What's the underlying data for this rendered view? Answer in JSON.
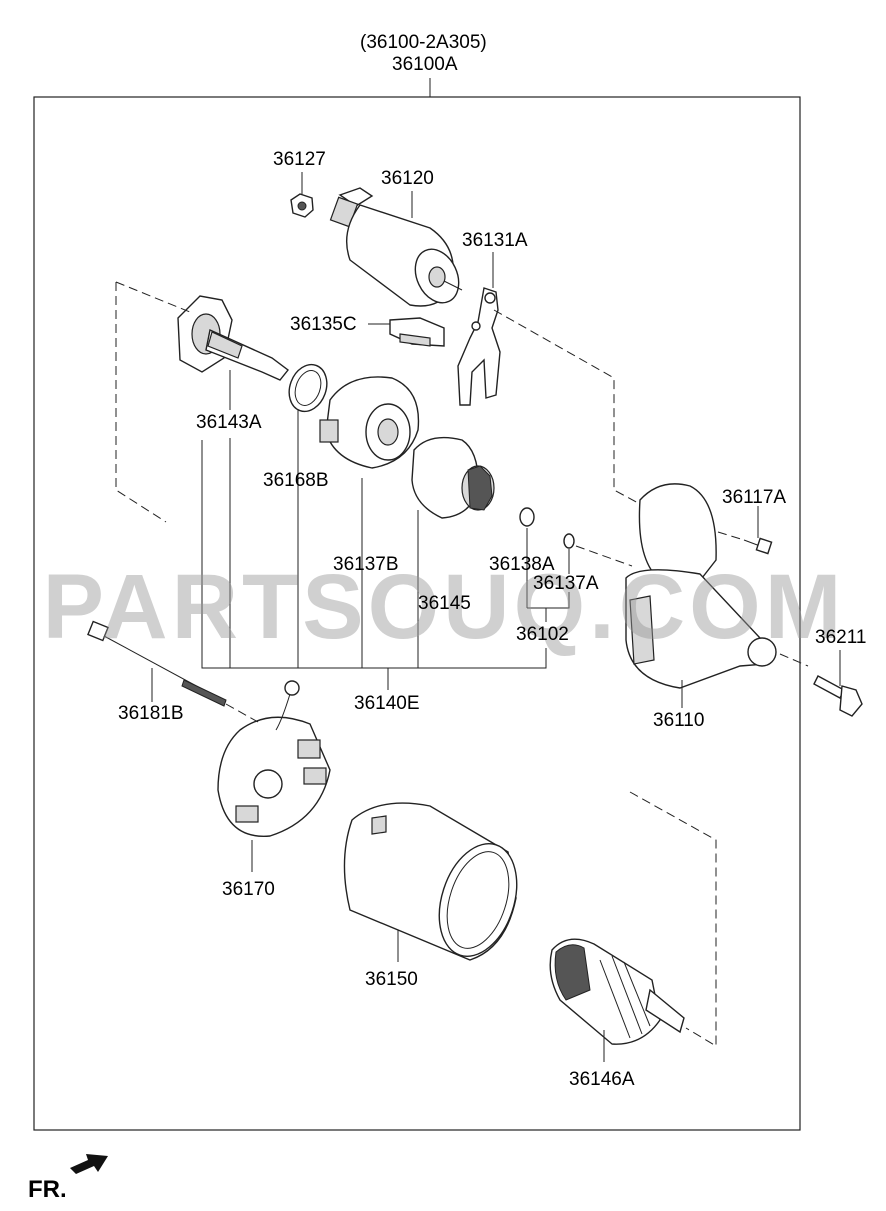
{
  "header": {
    "assembly_alt": "(36100-2A305)",
    "assembly": "36100A"
  },
  "parts": {
    "p36127": "36127",
    "p36120": "36120",
    "p36131A": "36131A",
    "p36135C": "36135C",
    "p36143A": "36143A",
    "p36168B": "36168B",
    "p36137B": "36137B",
    "p36145": "36145",
    "p36138A": "36138A",
    "p36137A": "36137A",
    "p36102": "36102",
    "p36117A": "36117A",
    "p36211": "36211",
    "p36110": "36110",
    "p36140E": "36140E",
    "p36181B": "36181B",
    "p36170": "36170",
    "p36150": "36150",
    "p36146A": "36146A"
  },
  "watermark": "PARTSOUQ.COM",
  "direction": {
    "label": "FR.",
    "icon": "arrow-front-icon"
  }
}
